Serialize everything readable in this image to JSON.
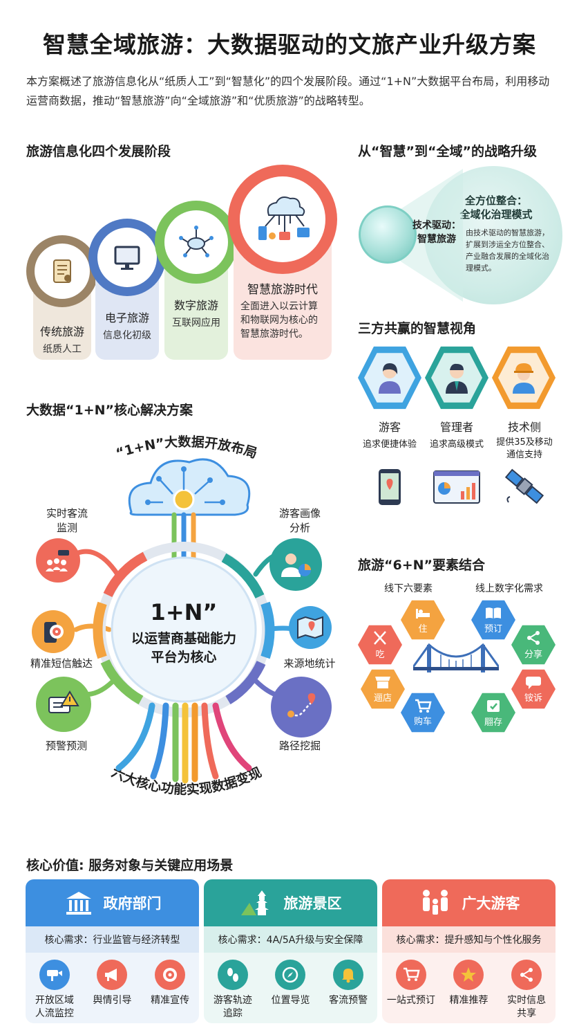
{
  "title": "智慧全域旅游：大数据驱动的文旅产业升级方案",
  "intro": "本方案概述了旅游信息化从“纸质人工”到“智慧化”的四个发展阶段。通过“1+N”大数据平台布局，利用移动运营商数据，推动“智慧旅游”向“全域旅游”和“优质旅游”的战略转型。",
  "stages": {
    "heading": "旅游信息化四个发展阶段",
    "items": [
      {
        "name": "传统旅游",
        "desc": "纸质人工",
        "color": "#9b8466",
        "bg": "#efe7dc",
        "icon": "scroll-icon"
      },
      {
        "name": "电子旅游",
        "desc": "信息化初级",
        "color": "#4f79c4",
        "bg": "#dfe6f4",
        "icon": "monitor-icon"
      },
      {
        "name": "数字旅游",
        "desc": "互联网应用",
        "color": "#7cc35c",
        "bg": "#e3f1dc",
        "icon": "network-icon"
      },
      {
        "name": "智慧旅游时代",
        "desc": "全面进入以云计算和物联网为核心的智慧旅游时代。",
        "color": "#ef6a5a",
        "bg": "#fbe3df",
        "icon": "cloud-devices-icon"
      }
    ]
  },
  "strategy": {
    "heading": "从“智慧”到“全域”的战略升级",
    "small": "技术驱动：\n智慧旅游",
    "big_title": "全方位整合：\n全域化治理模式",
    "big_desc": "由技术驱动的智慧旅游，扩展到涉运全方位整合、产业融合发展的全域化治理模式。"
  },
  "winwin": {
    "heading": "三方共赢的智慧视角",
    "items": [
      {
        "name": "游客",
        "desc": "追求便捷体验",
        "color": "#3fa3e0",
        "icon": "tourist-icon",
        "device": "map-phone-icon"
      },
      {
        "name": "管理者",
        "desc": "追求高级模式",
        "color": "#2aa39a",
        "icon": "manager-icon",
        "device": "dashboard-icon"
      },
      {
        "name": "技术侧",
        "desc": "提供35及移动通信支持",
        "color": "#f29a2e",
        "icon": "engineer-icon",
        "device": "satellite-icon"
      }
    ]
  },
  "six_n": {
    "heading": "旅游“6+N”要素结合",
    "offline_label": "线下六要素",
    "online_label": "线上数字化需求",
    "offline": [
      {
        "label": "住",
        "color": "#f4a340",
        "icon": "bed-icon"
      },
      {
        "label": "吃",
        "color": "#ef6a5a",
        "icon": "fork-knife-icon"
      },
      {
        "label": "逦店",
        "color": "#f4a340",
        "icon": "shop-icon"
      },
      {
        "label": "购车",
        "color": "#3d8fe0",
        "icon": "cart-icon"
      }
    ],
    "online": [
      {
        "label": "预订",
        "color": "#3d8fe0",
        "icon": "book-icon"
      },
      {
        "label": "分享",
        "color": "#49b87a",
        "icon": "share-icon"
      },
      {
        "label": "铵诉",
        "color": "#ef6a5a",
        "icon": "chat-icon"
      },
      {
        "label": "翢存",
        "color": "#49b87a",
        "icon": "save-icon"
      }
    ]
  },
  "core": {
    "heading": "大数据“1+N”核心解决方案",
    "arc_top": "“1+N”大数据开放布局",
    "arc_bottom": "六大核心功能实现数据变现",
    "center_big": "1+N”",
    "center_sub": "以运营商基础能力平台为核心",
    "functions": [
      {
        "label": "实时客流\n监测",
        "color": "#ef6a5a",
        "icon": "crowd-camera-icon"
      },
      {
        "label": "精准短信触达",
        "color": "#f4a340",
        "icon": "target-phone-icon"
      },
      {
        "label": "预警预测",
        "color": "#7cc35c",
        "icon": "alert-chat-icon"
      },
      {
        "label": "游客画像\n分析",
        "color": "#2aa39a",
        "icon": "profile-chart-icon"
      },
      {
        "label": "来源地统计",
        "color": "#3fa3e0",
        "icon": "map-icon"
      },
      {
        "label": "路径挖掘",
        "color": "#6a70c4",
        "icon": "route-icon"
      }
    ]
  },
  "value": {
    "heading": "核心价值: 服务对象与关键应用场景",
    "cards": [
      {
        "title": "政府部门",
        "need": "核心需求：行业监管与经济转型",
        "color": "#3d8fe0",
        "needbg": "#dbe8f7",
        "bodybg": "#eef4fb",
        "icon": "government-icon",
        "items": [
          {
            "label": "开放区域\n人流监控",
            "icon": "cctv-icon"
          },
          {
            "label": "舆情引导",
            "icon": "megaphone-icon"
          },
          {
            "label": "精准宣传",
            "icon": "target-icon"
          }
        ]
      },
      {
        "title": "旅游景区",
        "need": "核心需求：4A/5A升级与安全保障",
        "color": "#2aa39a",
        "needbg": "#d8efec",
        "bodybg": "#ecf7f5",
        "icon": "pagoda-icon",
        "items": [
          {
            "label": "游客轨迹\n追踪",
            "icon": "footprint-icon"
          },
          {
            "label": "位置导览",
            "icon": "compass-icon"
          },
          {
            "label": "客流预警",
            "icon": "bell-icon"
          }
        ]
      },
      {
        "title": "广大游客",
        "need": "核心需求：提升感知与个性化服务",
        "color": "#ef6a5a",
        "needbg": "#fbe0db",
        "bodybg": "#fdf0ee",
        "icon": "family-icon",
        "items": [
          {
            "label": "一站式预订",
            "icon": "shopping-cart-icon"
          },
          {
            "label": "精准推荐",
            "icon": "star-icon"
          },
          {
            "label": "实时信息\n共享",
            "icon": "share-node-icon"
          }
        ]
      }
    ]
  }
}
